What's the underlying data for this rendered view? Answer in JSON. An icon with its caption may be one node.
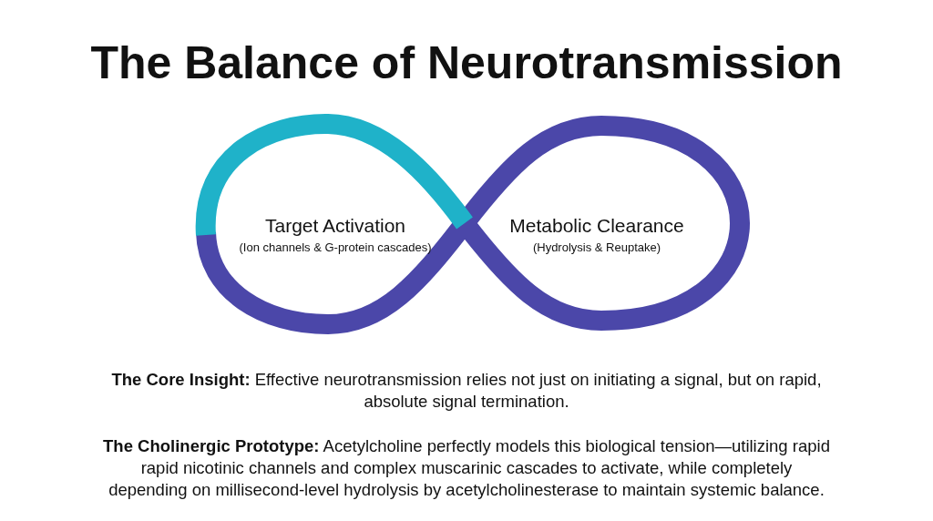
{
  "diagram": {
    "title": "The Balance of Neurotransmission",
    "nodes": [
      {
        "text": [
          "Target Activation",
          "(Ion channels & G-protein cascades)"
        ]
      },
      {
        "text": [
          "Metabolic Clearance",
          "(Hydrolysis & Reuptake)"
        ]
      }
    ],
    "labels": [
      "**The Core Insight:** Effective neurotransmission relies not just on initiating a signal, but on rapid, absolute signal termination.",
      "**The Cholinergic Prototype:** Acetylcholine perfectly models this biological tension—utilizing rapid rapid nicotinic channels and complex muscarinic cascades to activate, while completely depending on millisecond-level hydrolysis by acetylcholinesterase to maintain systemic balance."
    ]
  }
}
